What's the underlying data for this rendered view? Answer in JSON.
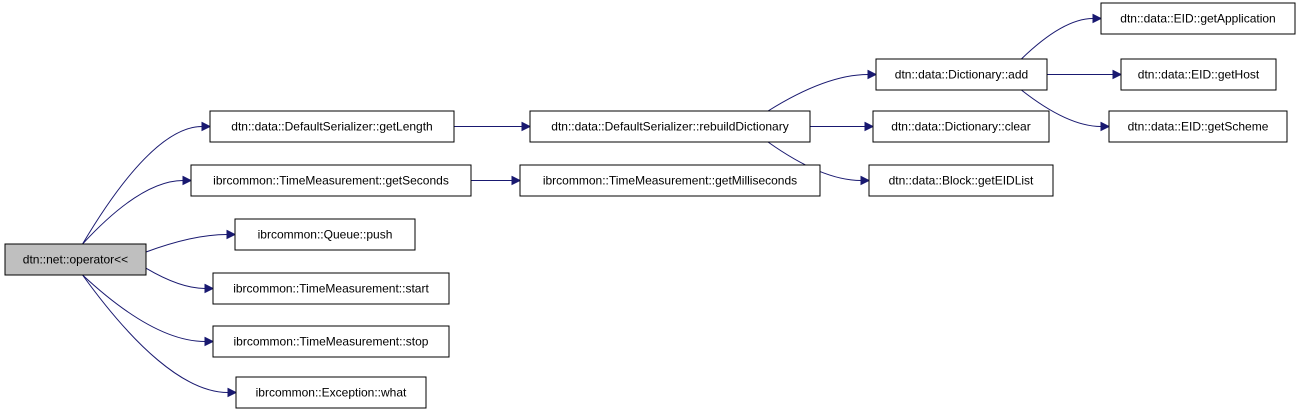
{
  "graph": {
    "nodes": [
      {
        "id": "root",
        "label": "dtn::net::operator<<",
        "icon": "none"
      },
      {
        "id": "getLength",
        "label": "dtn::data::DefaultSerializer::getLength"
      },
      {
        "id": "getSeconds",
        "label": "ibrcommon::TimeMeasurement::getSeconds"
      },
      {
        "id": "push",
        "label": "ibrcommon::Queue::push"
      },
      {
        "id": "start",
        "label": "ibrcommon::TimeMeasurement::start"
      },
      {
        "id": "stop",
        "label": "ibrcommon::TimeMeasurement::stop"
      },
      {
        "id": "what",
        "label": "ibrcommon::Exception::what"
      },
      {
        "id": "rebuild",
        "label": "dtn::data::DefaultSerializer::rebuildDictionary"
      },
      {
        "id": "getMillis",
        "label": "ibrcommon::TimeMeasurement::getMilliseconds"
      },
      {
        "id": "dictAdd",
        "label": "dtn::data::Dictionary::add"
      },
      {
        "id": "dictClear",
        "label": "dtn::data::Dictionary::clear"
      },
      {
        "id": "getEIDList",
        "label": "dtn::data::Block::getEIDList"
      },
      {
        "id": "getApp",
        "label": "dtn::data::EID::getApplication"
      },
      {
        "id": "getHost",
        "label": "dtn::data::EID::getHost"
      },
      {
        "id": "getScheme",
        "label": "dtn::data::EID::getScheme"
      }
    ],
    "edges": [
      {
        "from": "root",
        "to": "getLength"
      },
      {
        "from": "root",
        "to": "getSeconds"
      },
      {
        "from": "root",
        "to": "push"
      },
      {
        "from": "root",
        "to": "start"
      },
      {
        "from": "root",
        "to": "stop"
      },
      {
        "from": "root",
        "to": "what"
      },
      {
        "from": "getLength",
        "to": "rebuild"
      },
      {
        "from": "getSeconds",
        "to": "getMillis"
      },
      {
        "from": "rebuild",
        "to": "dictAdd"
      },
      {
        "from": "rebuild",
        "to": "dictClear"
      },
      {
        "from": "rebuild",
        "to": "getEIDList"
      },
      {
        "from": "dictAdd",
        "to": "getApp"
      },
      {
        "from": "dictAdd",
        "to": "getHost"
      },
      {
        "from": "dictAdd",
        "to": "getScheme"
      }
    ],
    "colors": {
      "edge": "#191970",
      "root_fill": "#bfbfbf",
      "node_fill": "#ffffff",
      "node_stroke": "#000000"
    }
  }
}
